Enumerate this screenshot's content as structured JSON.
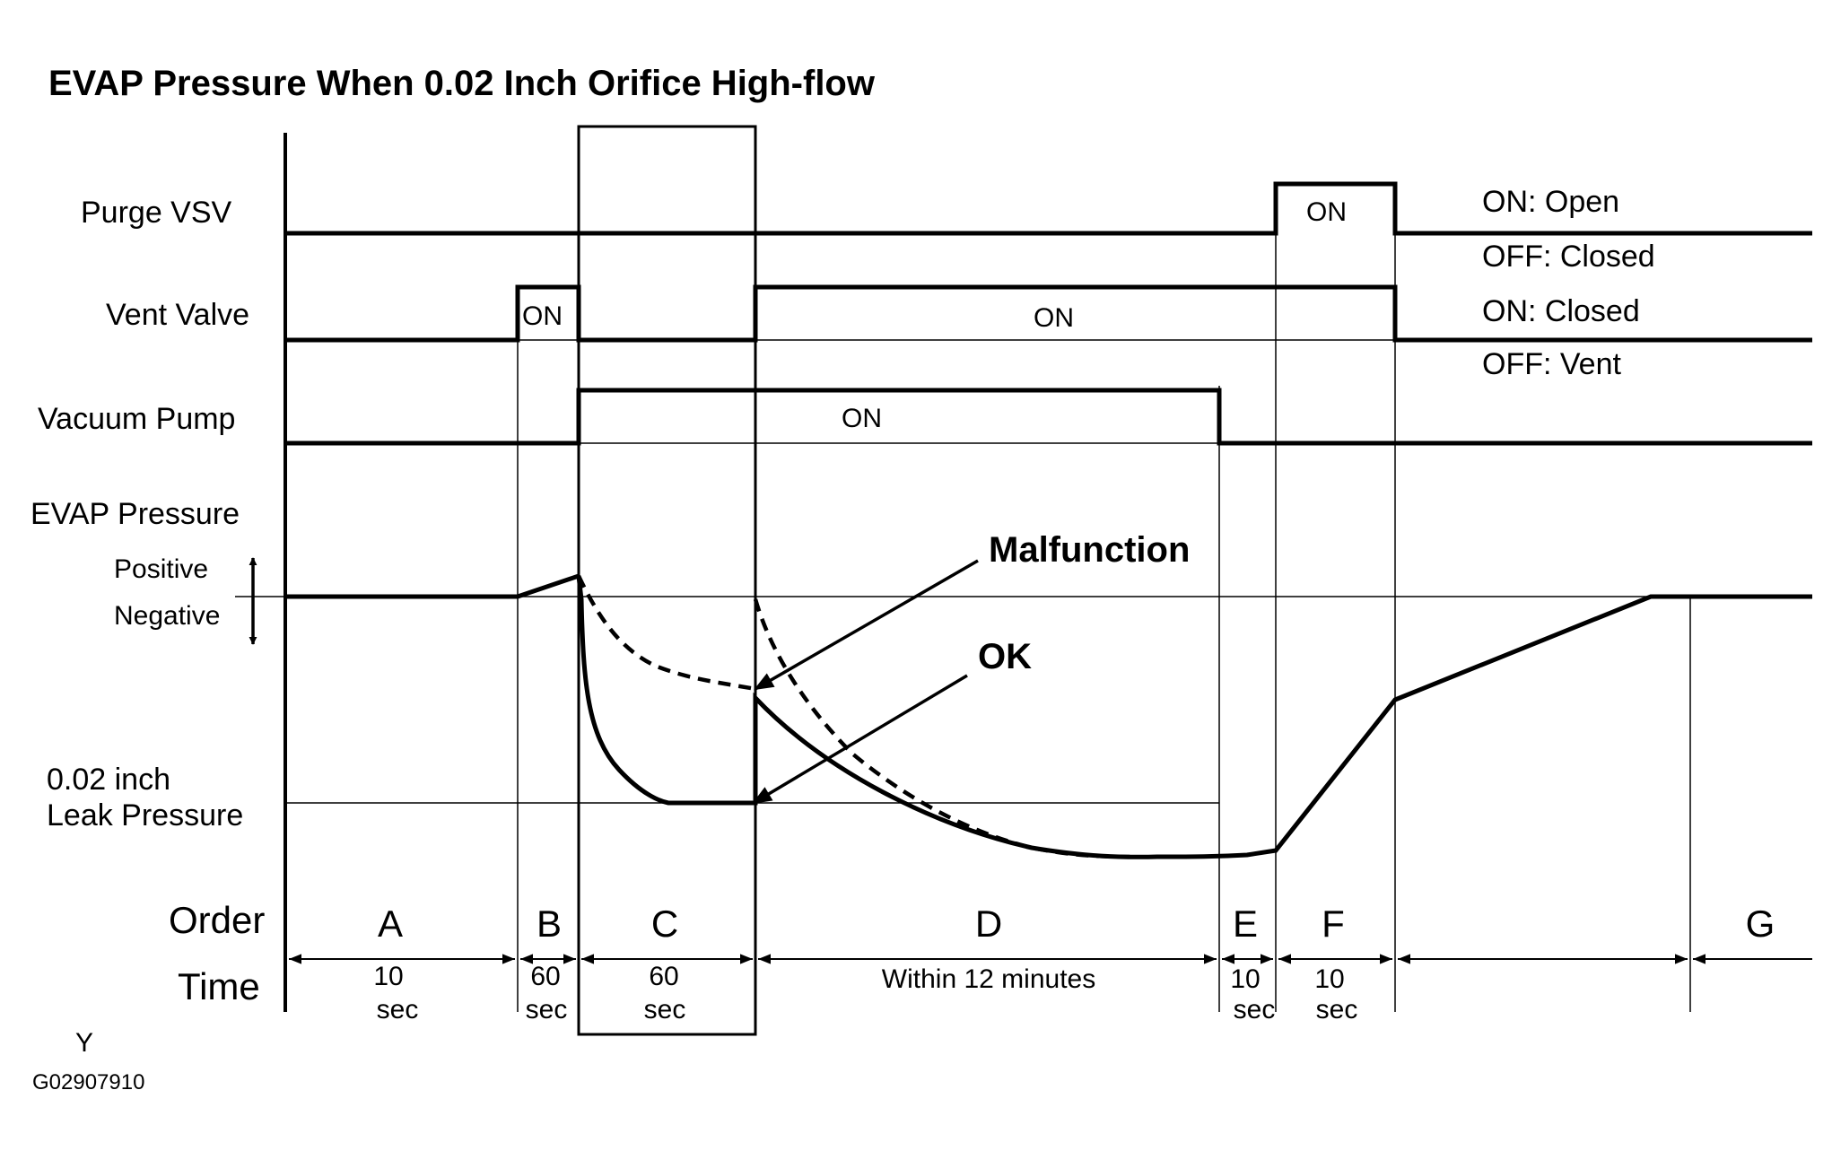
{
  "title": "EVAP Pressure When 0.02 Inch Orifice High-flow",
  "signals": {
    "purge_vsv": {
      "label": "Purge VSV",
      "on_text": "ON",
      "legend_on": "ON: Open",
      "legend_off": "OFF: Closed"
    },
    "vent_valve": {
      "label": "Vent Valve",
      "on_text_b": "ON",
      "on_text_d": "ON",
      "legend_on": "ON: Closed",
      "legend_off": "OFF: Vent"
    },
    "vacuum_pump": {
      "label": "Vacuum Pump",
      "on_text": "ON"
    }
  },
  "evap_pressure": {
    "label": "EVAP Pressure",
    "positive": "Positive",
    "negative": "Negative",
    "leak_line_1": "0.02 inch",
    "leak_line_2": "Leak Pressure",
    "annotations": {
      "malfunction": "Malfunction",
      "ok": "OK"
    }
  },
  "order": {
    "label": "Order",
    "steps": [
      "A",
      "B",
      "C",
      "D",
      "E",
      "F",
      "G"
    ]
  },
  "time": {
    "label": "Time",
    "values": [
      {
        "line1": "10",
        "line2": "sec"
      },
      {
        "line1": "60",
        "line2": "sec"
      },
      {
        "line1": "60",
        "line2": "sec"
      },
      {
        "line1": "Within 12 minutes",
        "line2": ""
      },
      {
        "line1": "10",
        "line2": "sec"
      },
      {
        "line1": "10",
        "line2": "sec"
      }
    ]
  },
  "footer": {
    "mark": "Y",
    "code": "G02907910"
  }
}
